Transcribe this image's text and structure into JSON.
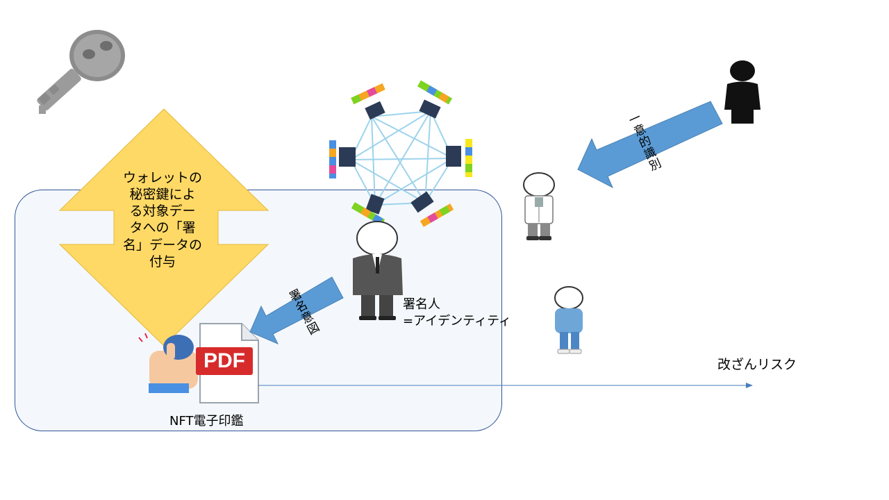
{
  "diamond": {
    "lines": [
      "ウォレットの",
      "秘密鍵によ",
      "る対象デー",
      "タへの「署",
      "名」データの",
      "付与"
    ]
  },
  "arrows": {
    "signature_intent": "署名意図",
    "unique_id": "一意的識別"
  },
  "labels": {
    "nft_seal": "NFT電子印鑑",
    "signer_line1": "署名人",
    "signer_line2": "=アイデンティティ",
    "tamper_risk": "改ざんリスク"
  },
  "icons": {
    "pdf_text": "PDF"
  },
  "colors": {
    "diamond": "#ffd966",
    "arrow": "#5b9bd5",
    "panel_border": "#2f5597",
    "panel_fill": "#f4f8fc",
    "network_line": "#9dd3ec",
    "pdf_red": "#d72b2b"
  }
}
